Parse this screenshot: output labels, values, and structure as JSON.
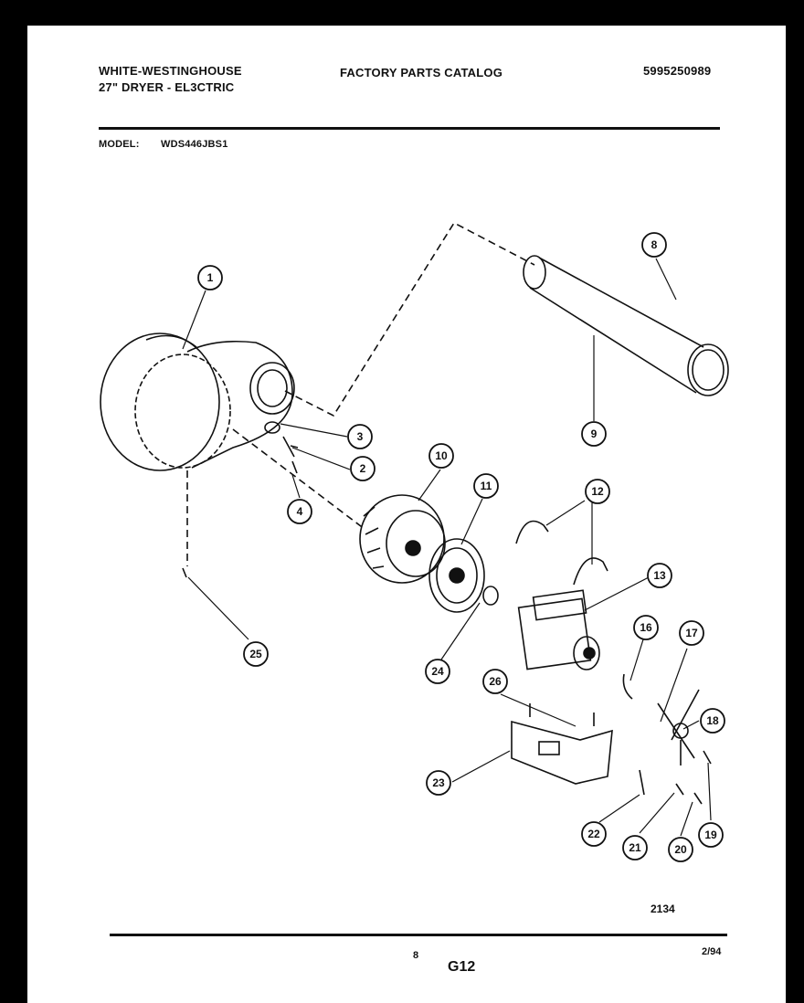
{
  "header": {
    "brand": "WHITE-WESTINGHOUSE",
    "product": "27\" DRYER - EL3CTRIC",
    "catalog_title": "FACTORY PARTS CATALOG",
    "catalog_number": "5995250989",
    "model_label": "MODEL:",
    "model_number": "WDS446JBS1"
  },
  "callouts": [
    "1",
    "2",
    "3",
    "4",
    "8",
    "9",
    "10",
    "11",
    "12",
    "13",
    "16",
    "17",
    "18",
    "19",
    "20",
    "21",
    "22",
    "23",
    "24",
    "25",
    "26"
  ],
  "footer": {
    "diagram_code": "2134",
    "page_number": "8",
    "section": "G12",
    "date": "2/94"
  }
}
